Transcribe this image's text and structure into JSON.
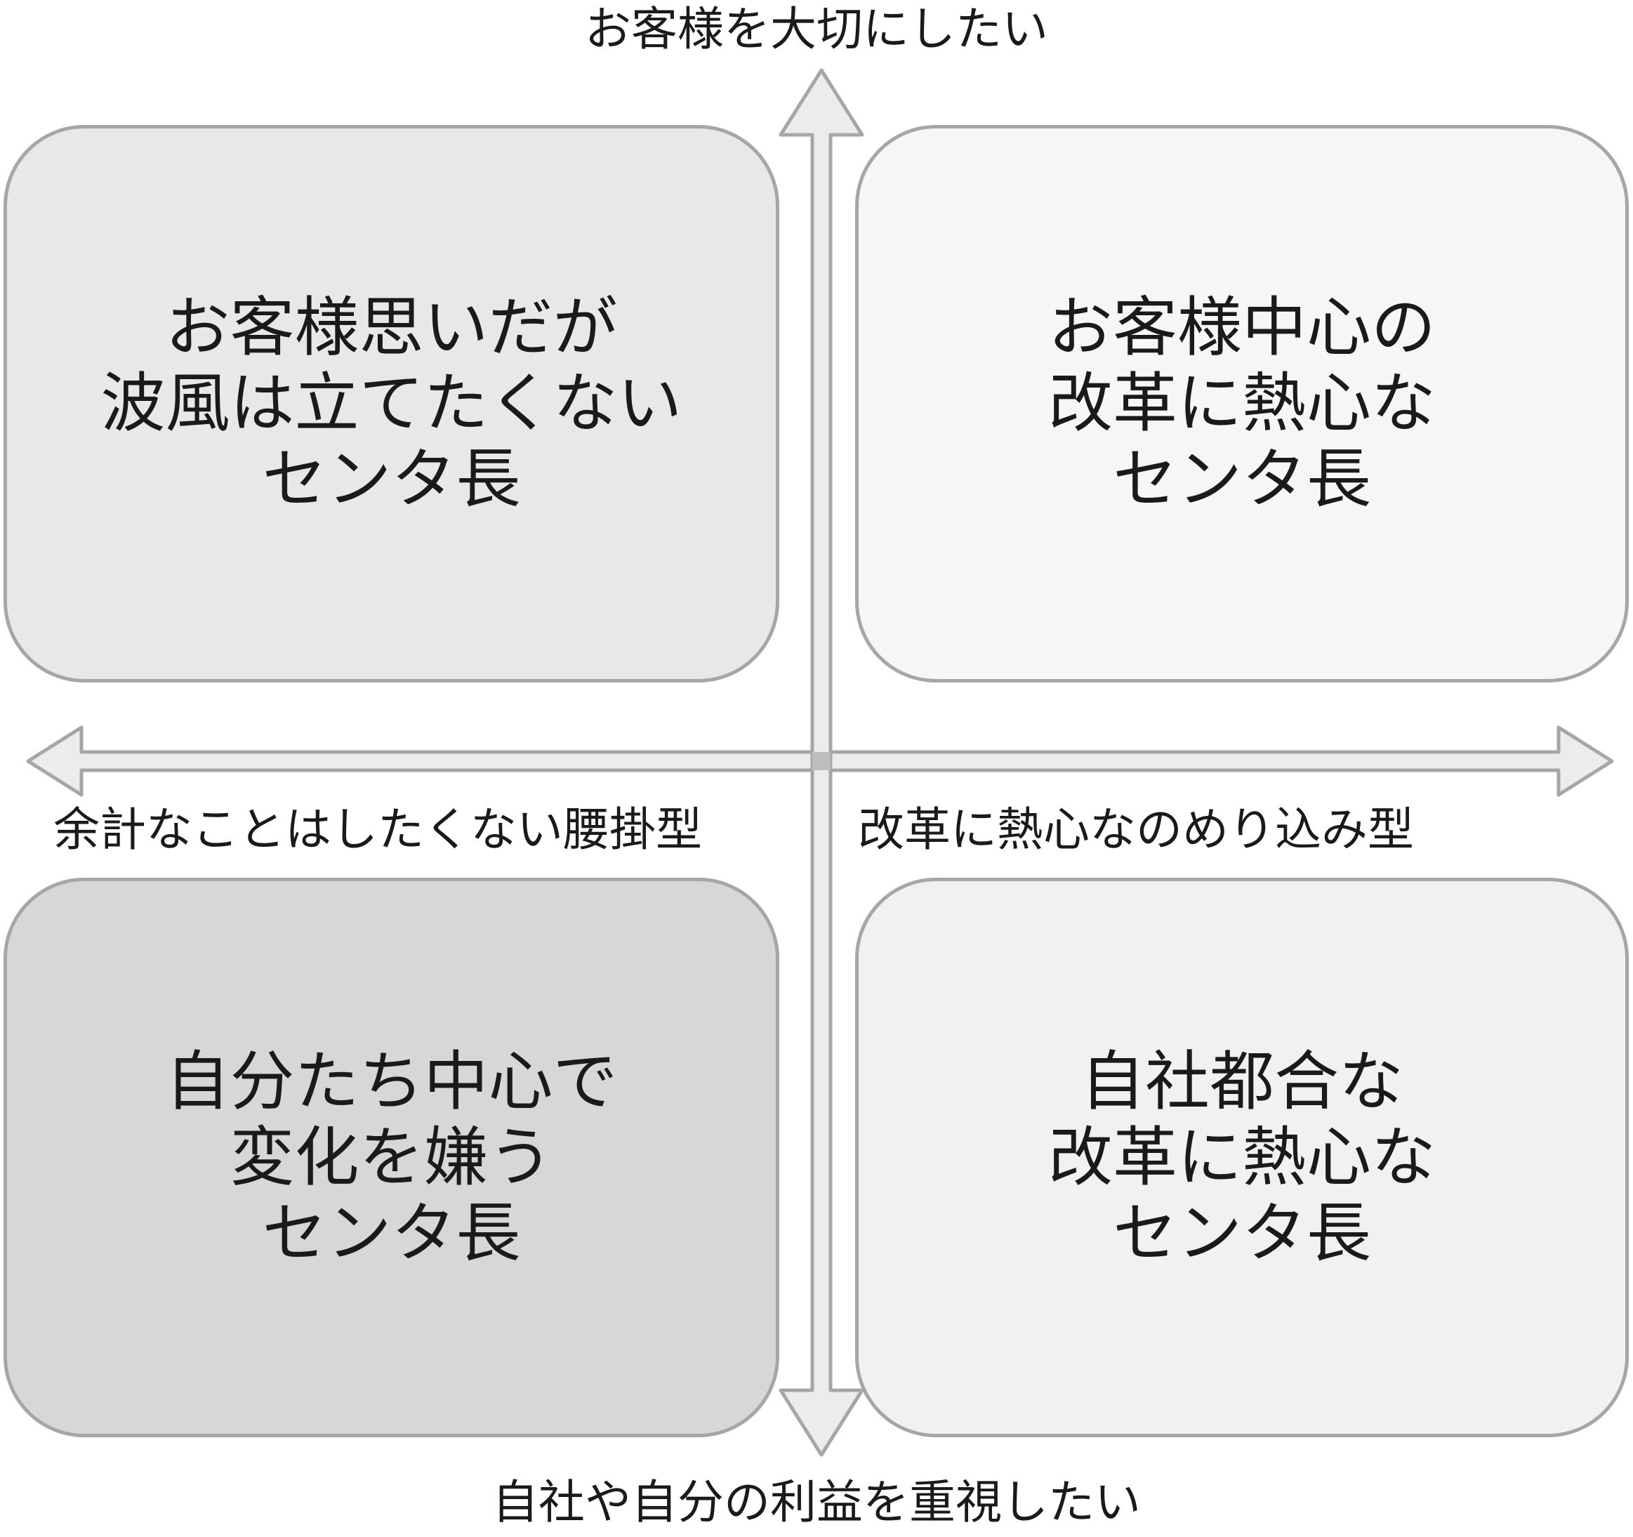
{
  "axes": {
    "top": "お客様を大切にしたい",
    "bottom": "自社や自分の利益を重視したい",
    "left": "余計なことはしたくない腰掛型",
    "right": "改革に熱心なのめり込み型"
  },
  "quadrants": {
    "top_left": "お客様思いだが\n波風は立てたくない\nセンタ長",
    "top_right": "お客様中心の\n改革に熱心な\nセンタ長",
    "bottom_left": "自分たち中心で\n変化を嫌う\nセンタ長",
    "bottom_right": "自社都合な\n改革に熱心な\nセンタ長"
  },
  "colors": {
    "top_left_fill": "#e8e8e8",
    "top_right_fill": "#f6f6f6",
    "bottom_left_fill": "#d7d7d7",
    "bottom_right_fill": "#f1f1f1",
    "border": "#a6a6a6",
    "arrow_fill": "#ececec"
  }
}
